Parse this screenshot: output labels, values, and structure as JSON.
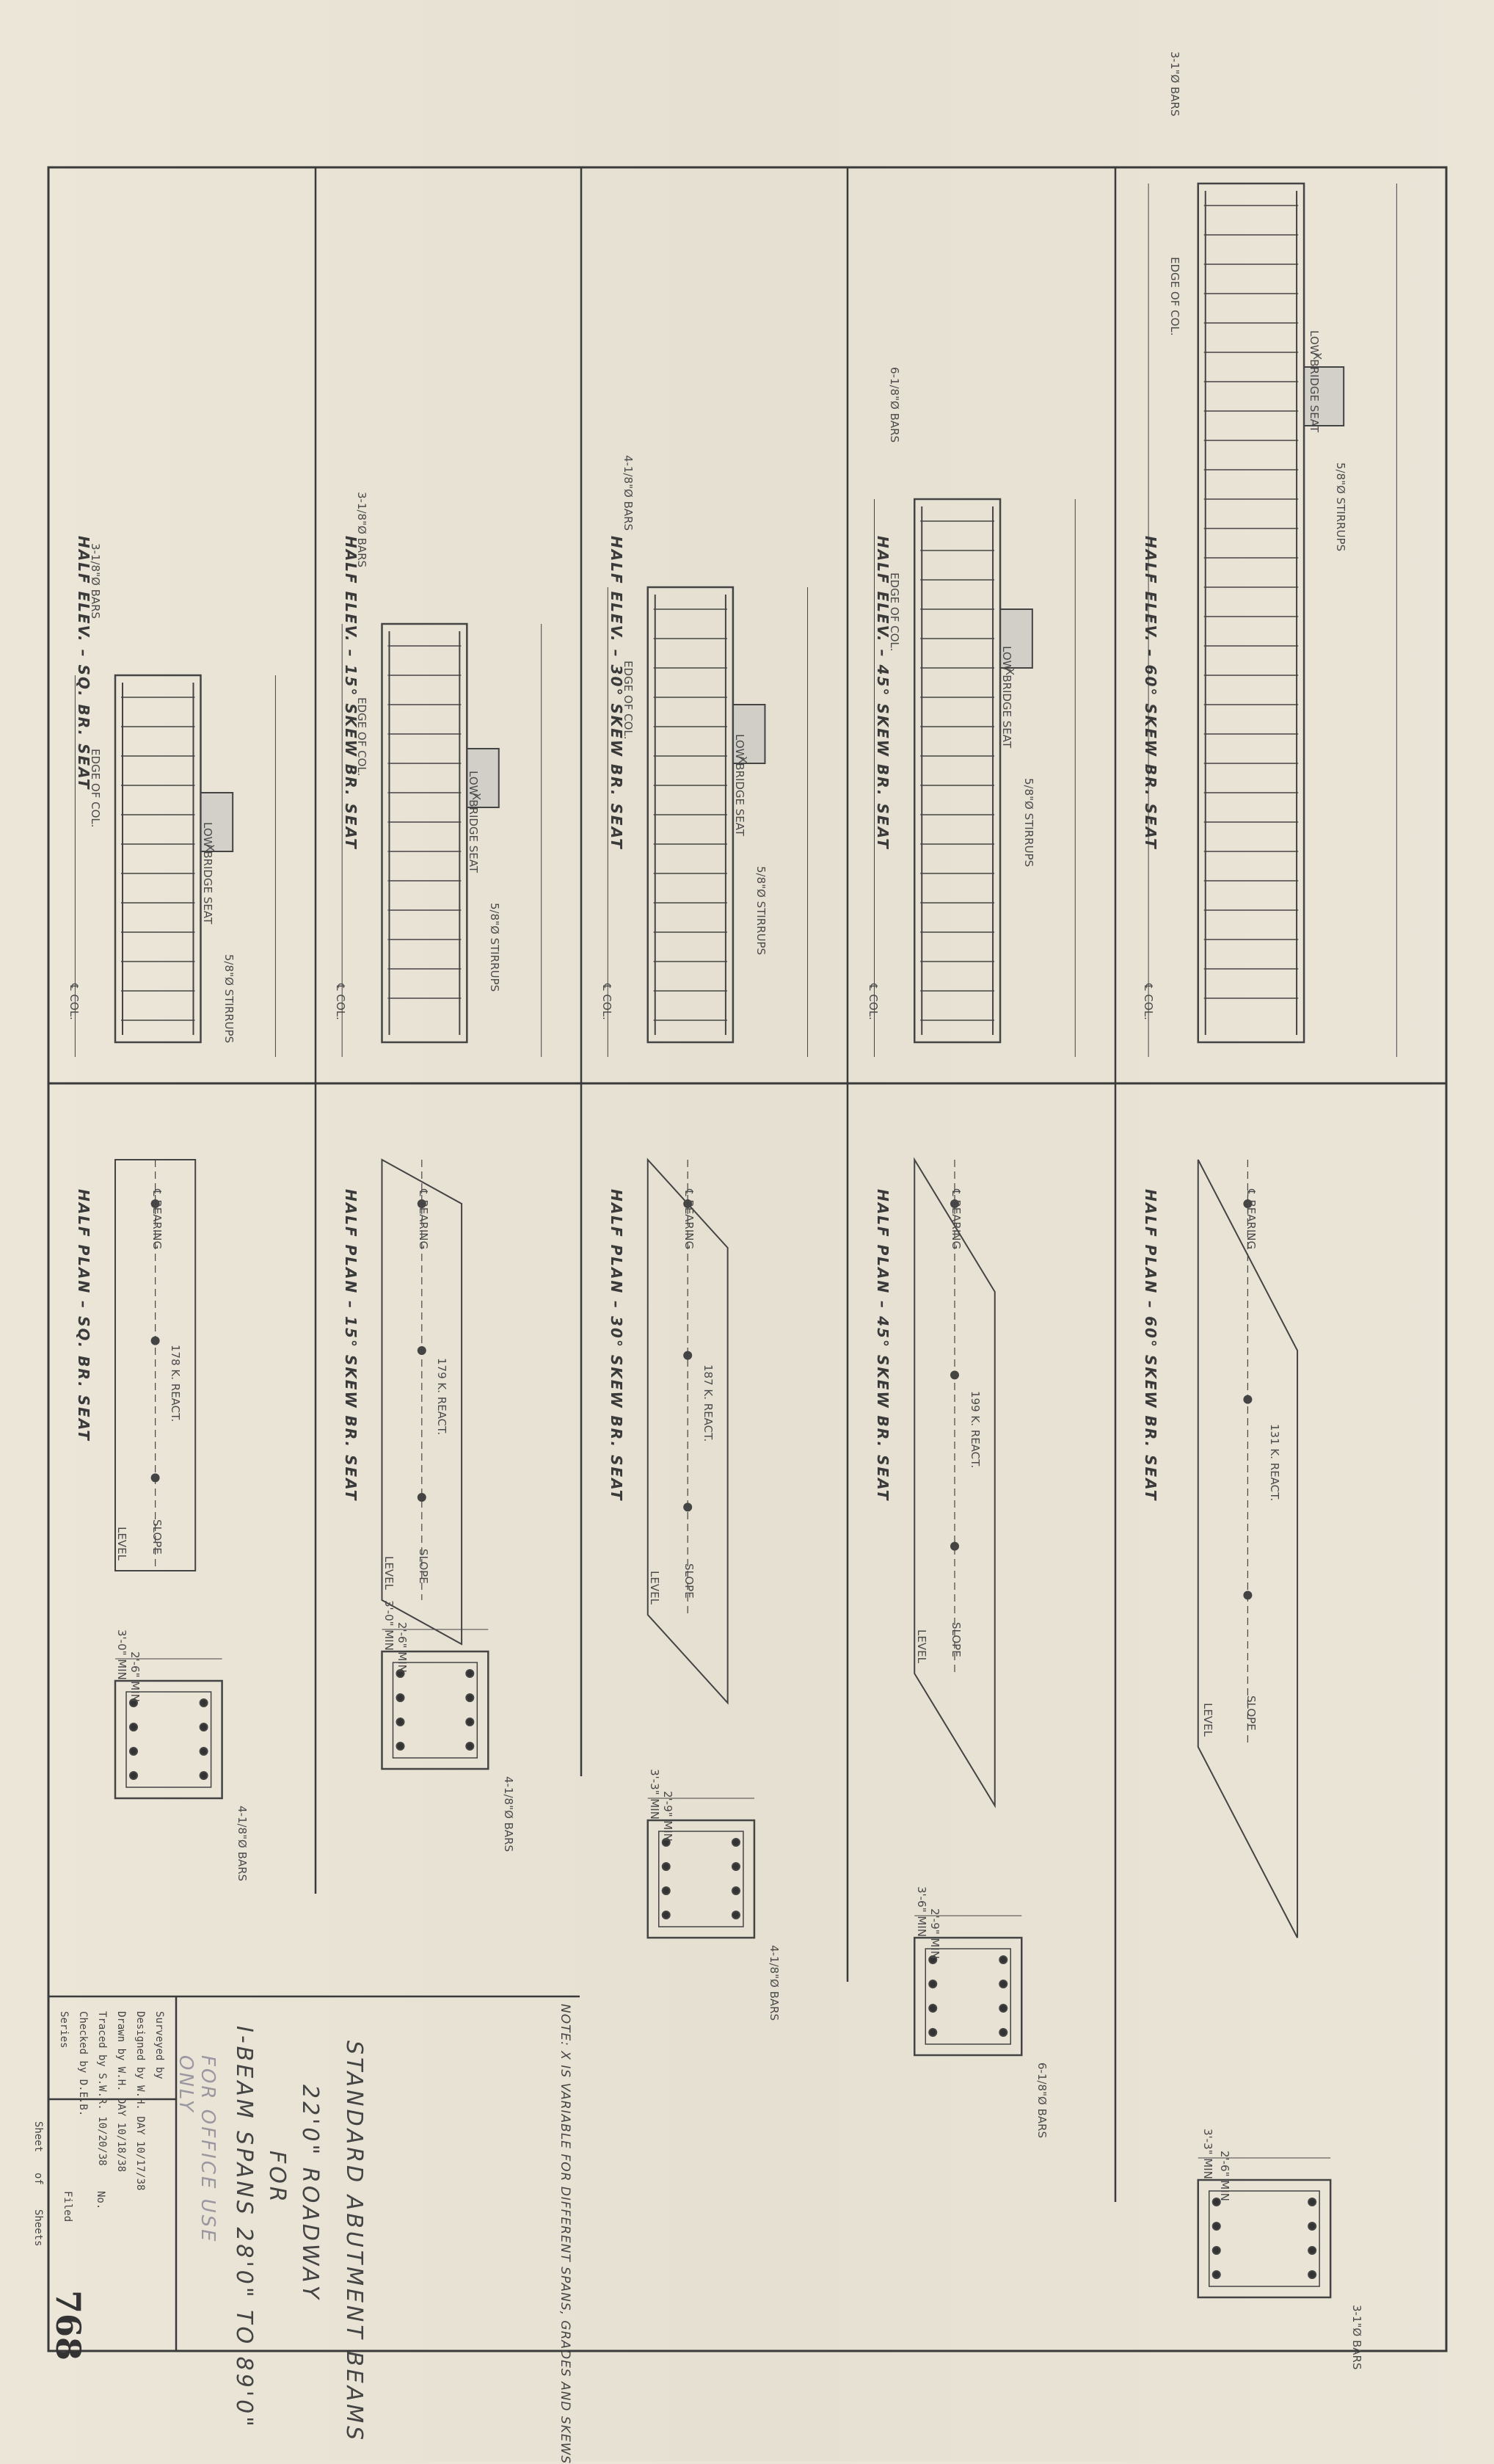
{
  "title_block": {
    "line1": "STANDARD ABUTMENT BEAMS",
    "line2": "22'0\" ROADWAY",
    "line3": "FOR",
    "line4": "I-BEAM SPANS 28'0\" TO 89'0\"",
    "stamp": "FOR OFFICE USE ONLY",
    "note": "NOTE: X IS VARIABLE FOR DIFFERENT SPANS, GRADES AND SKEWS",
    "sheet_number": "768"
  },
  "credits": [
    {
      "label": "Surveyed by",
      "value": "",
      "date": ""
    },
    {
      "label": "Designed by",
      "value": "W.H. DAY",
      "date": "10/17/38"
    },
    {
      "label": "Drawn by",
      "value": "W.H. DAY",
      "date": "10/18/38"
    },
    {
      "label": "Traced by",
      "value": "S.W.R.",
      "date": "10/20/38"
    },
    {
      "label": "Checked by",
      "value": "D.E.B.",
      "date": ""
    },
    {
      "label": "Series",
      "value": "",
      "date": ""
    }
  ],
  "credit_fields": {
    "no": "No.",
    "filed": "Filed",
    "sheet": "Sheet",
    "of": "of",
    "sheets": "Sheets"
  },
  "columns": [
    {
      "elevation": "HALF ELEV. – SQ. BR. SEAT",
      "plan": "HALF PLAN – SQ. BR. SEAT",
      "bars": "3-1/8\"Ø BARS",
      "stirrups": "5/8\"Ø STIRRUPS",
      "bottom_bars": "4-1/8\"Ø BARS",
      "react": "178 K. REACT.",
      "min": "3'-0\" MIN",
      "inner": "2'-6\" MIN"
    },
    {
      "elevation": "HALF ELEV. – 15° SKEW BR. SEAT",
      "plan": "HALF PLAN – 15° SKEW BR. SEAT",
      "bars": "3-1/8\"Ø BARS",
      "stirrups": "5/8\"Ø STIRRUPS",
      "bottom_bars": "4-1/8\"Ø BARS",
      "react": "179 K. REACT.",
      "min": "3'-0\" MIN",
      "inner": "2'-6\" MIN"
    },
    {
      "elevation": "HALF ELEV. – 30° SKEW BR. SEAT",
      "plan": "HALF PLAN – 30° SKEW BR. SEAT",
      "bars": "4-1/8\"Ø BARS",
      "stirrups": "5/8\"Ø STIRRUPS",
      "bottom_bars": "4-1/8\"Ø BARS",
      "react": "187 K. REACT.",
      "min": "3'-3\" MIN",
      "inner": "2'-9\" MIN"
    },
    {
      "elevation": "HALF ELEV. – 45° SKEW BR. SEAT",
      "plan": "HALF PLAN – 45° SKEW BR. SEAT",
      "bars": "6-1/8\"Ø BARS",
      "stirrups": "5/8\"Ø STIRRUPS",
      "bottom_bars": "6-1/8\"Ø BARS",
      "react": "199 K. REACT.",
      "min": "3'-6\" MIN",
      "inner": "2'-9\" MIN"
    },
    {
      "elevation": "HALF ELEV. – 60° SKEW BR. SEAT",
      "plan": "HALF PLAN – 60° SKEW BR. SEAT",
      "bars": "3-1\"Ø BARS",
      "stirrups": "5/8\"Ø STIRRUPS",
      "bottom_bars": "3-1\"Ø BARS",
      "react": "131 K. REACT.",
      "min": "3'-3\" MIN",
      "inner": "2'-6\" MIN"
    }
  ],
  "common_labels": {
    "edge_col": "EDGE OF COL.",
    "low_seat": "LOW BRIDGE SEAT",
    "col": "℄ COL.",
    "bearing": "℄ BEARING",
    "level": "LEVEL",
    "slope": "SLOPE",
    "x": "X"
  }
}
